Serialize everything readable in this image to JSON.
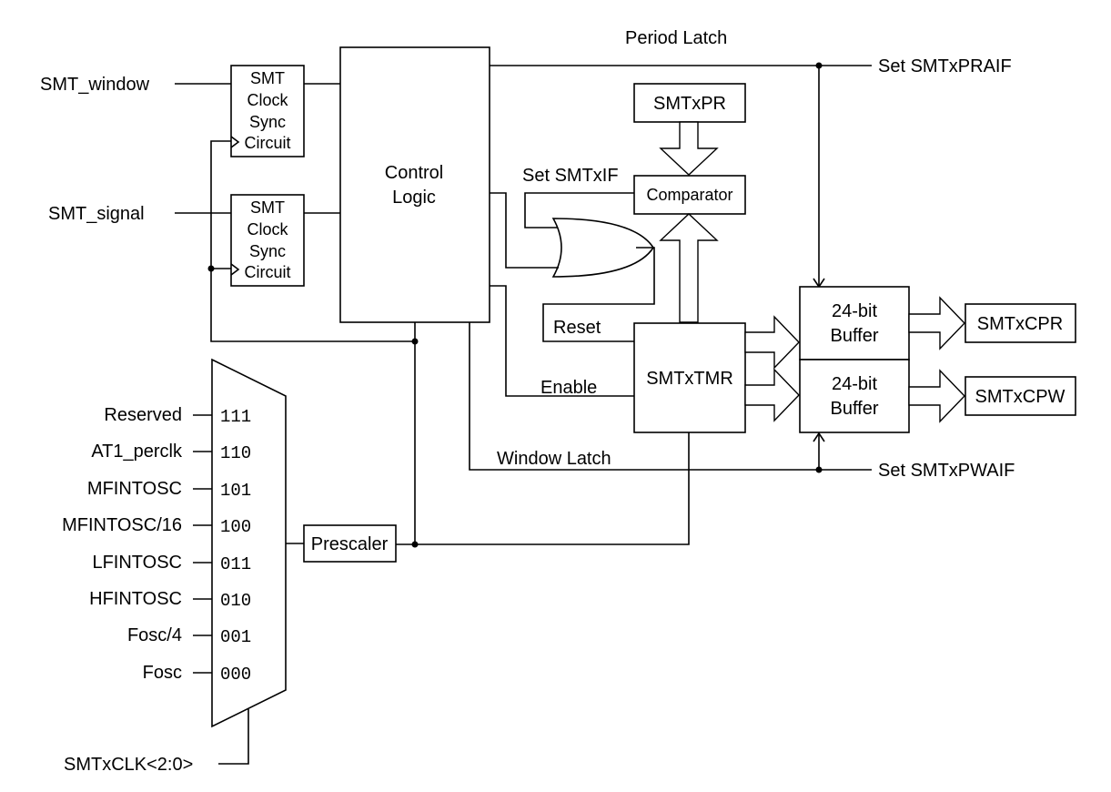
{
  "inputs": {
    "smt_window": "SMT_window",
    "smt_signal": "SMT_signal"
  },
  "sync_circuit": [
    "SMT",
    "Clock",
    "Sync",
    "Circuit"
  ],
  "control_logic": [
    "Control",
    "Logic"
  ],
  "signals": {
    "period_latch": "Period Latch",
    "set_praif": "Set SMTxPRAIF",
    "set_if": "Set SMTxIF",
    "reset": "Reset",
    "enable": "Enable",
    "window_latch": "Window Latch",
    "set_pwaif": "Set SMTxPWAIF"
  },
  "blocks": {
    "smtxpr": "SMTxPR",
    "comparator": "Comparator",
    "smtxtmr": "SMTxTMR",
    "buffer": [
      "24-bit",
      "Buffer"
    ],
    "smtxcpr": "SMTxCPR",
    "smtxcpw": "SMTxCPW",
    "prescaler": "Prescaler"
  },
  "clock_sources": [
    {
      "label": "Reserved",
      "code": "111"
    },
    {
      "label": "AT1_perclk",
      "code": "110"
    },
    {
      "label": "MFINTOSC",
      "code": "101"
    },
    {
      "label": "MFINTOSC/16",
      "code": "100"
    },
    {
      "label": "LFINTOSC",
      "code": "011"
    },
    {
      "label": "HFINTOSC",
      "code": "010"
    },
    {
      "label": "Fosc/4",
      "code": "001"
    },
    {
      "label": "Fosc",
      "code": "000"
    }
  ],
  "mux_select": "SMTxCLK<2:0>"
}
